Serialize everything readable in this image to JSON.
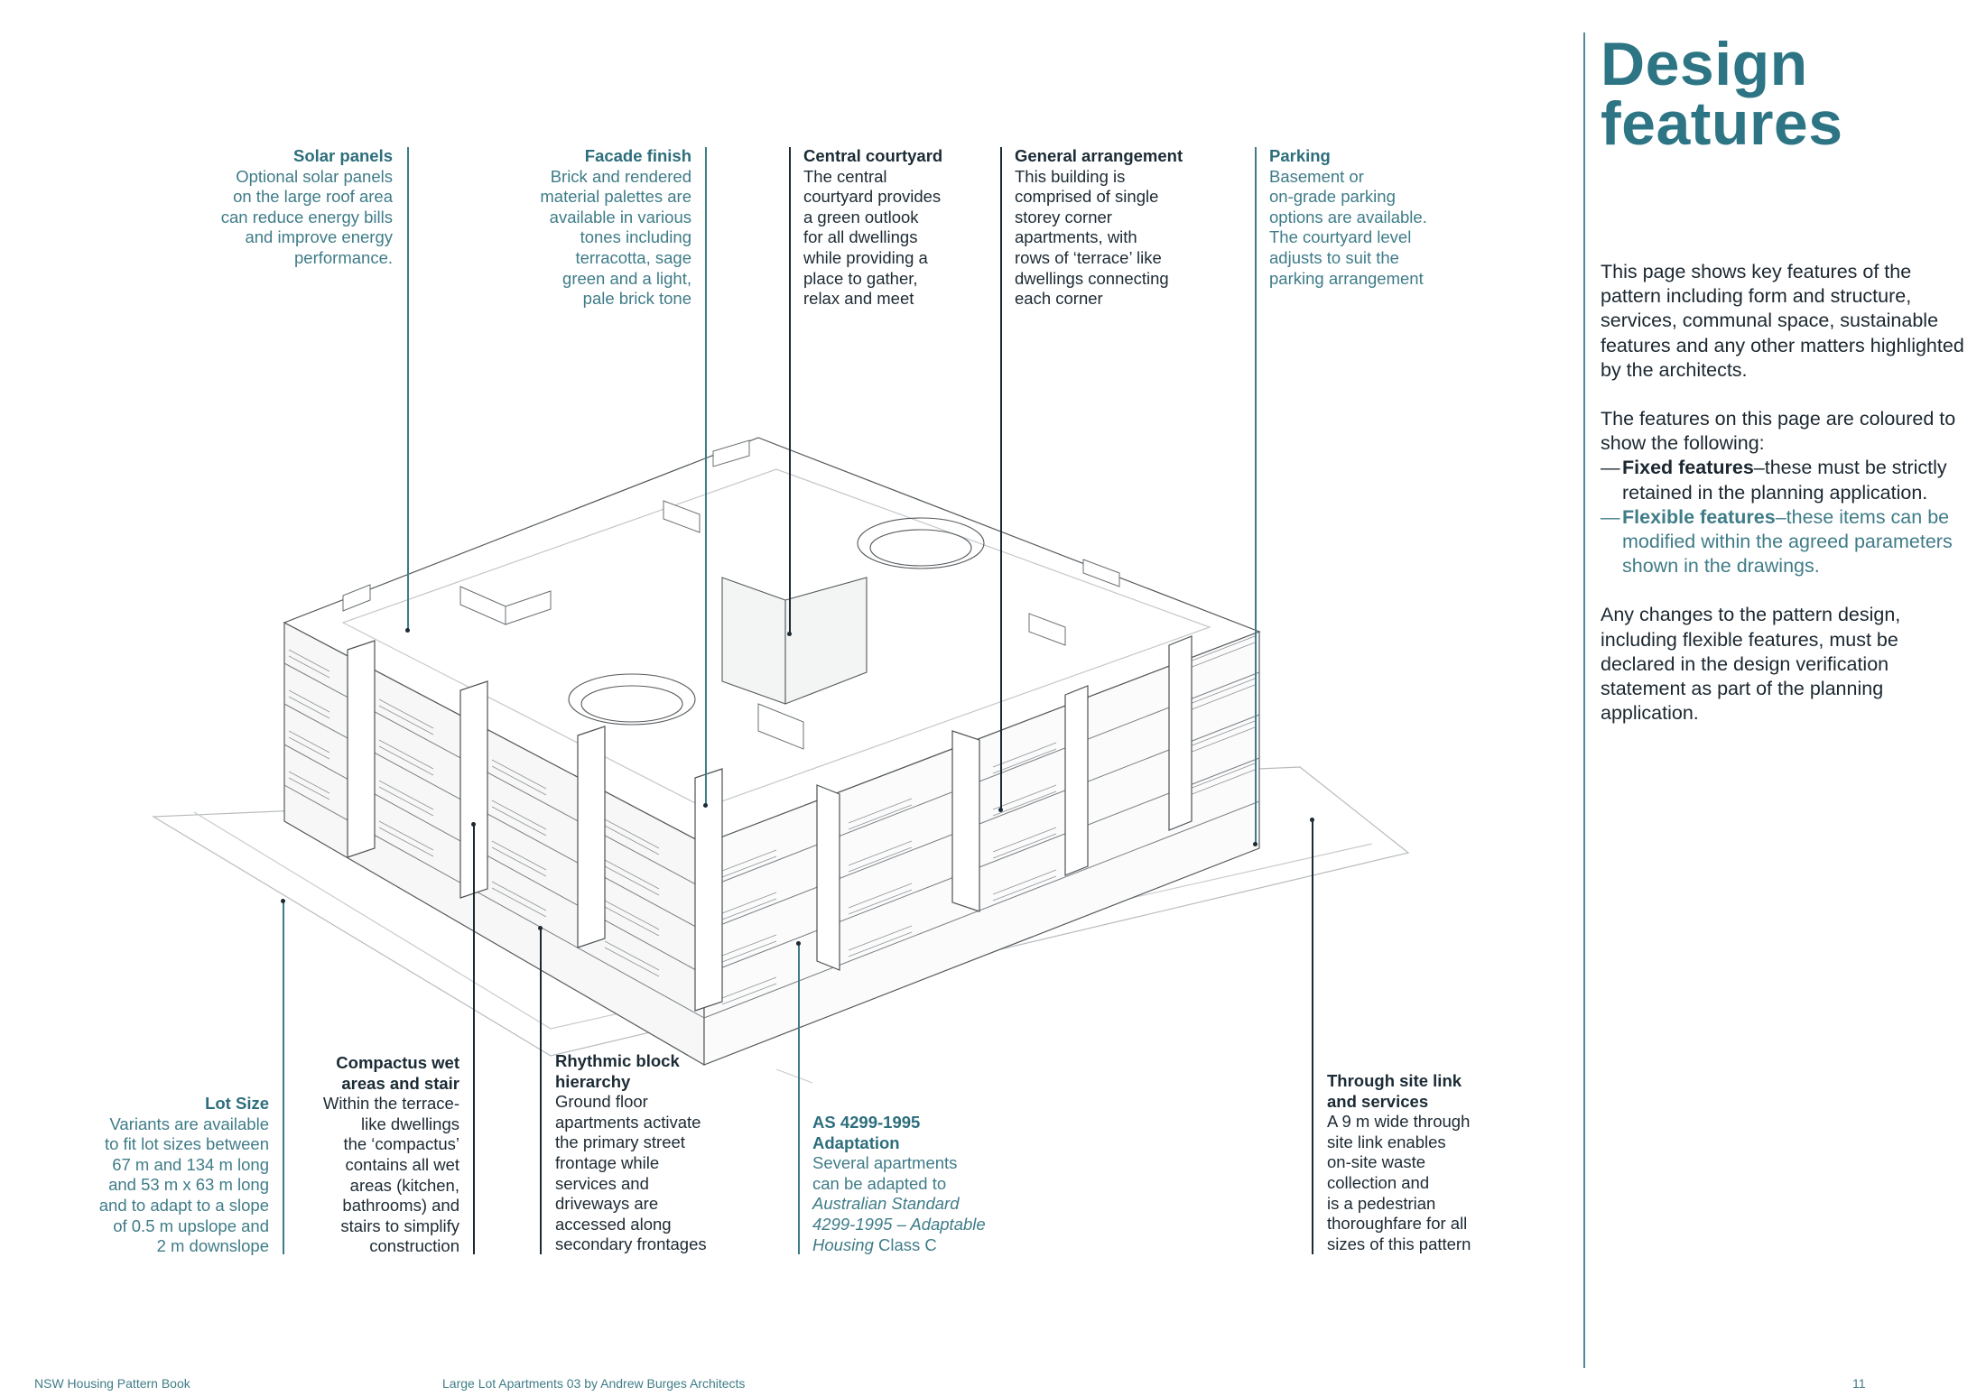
{
  "page": {
    "title_line1": "Design",
    "title_line2": "features",
    "intro_p1": "This page shows key features of the pattern including form and structure, services, communal space, sustainable features and any other matters highlighted by the architects.",
    "intro_p2": "The features on this page are coloured to show the following:",
    "fixed_dash": "—",
    "fixed_label": "Fixed features",
    "fixed_text": "–these must be strictly retained in the planning application.",
    "flexible_dash": "—",
    "flexible_label": "Flexible features",
    "flexible_text": "–these items can be modified within the agreed parameters shown in the drawings.",
    "intro_p3": "Any changes to the pattern design, including flexible features, must be declared in the design verification statement as part of the planning application."
  },
  "colors": {
    "accent": "#2d7584",
    "flexible": "#3f7c88",
    "fixed": "#1d2a33"
  },
  "callouts": {
    "solar": {
      "title": "Solar panels",
      "lines": [
        "Optional solar panels",
        "on the large roof area",
        "can reduce energy bills",
        "and improve energy",
        "performance."
      ]
    },
    "facade": {
      "title": "Facade finish",
      "lines": [
        "Brick and rendered",
        "material palettes are",
        "available in various",
        "tones including",
        "terracotta, sage",
        "green and a light,",
        "pale brick tone"
      ]
    },
    "courtyard": {
      "title": "Central courtyard",
      "lines": [
        "The central",
        "courtyard provides",
        "a green outlook",
        "for all dwellings",
        "while providing a",
        "place to gather,",
        "relax and meet"
      ]
    },
    "general": {
      "title": "General arrangement",
      "lines": [
        "This building is",
        "comprised of single",
        "storey corner",
        "apartments, with",
        "rows of ‘terrace’ like",
        "dwellings connecting",
        "each corner"
      ]
    },
    "parking": {
      "title": "Parking",
      "lines": [
        "Basement or",
        "on-grade parking",
        "options are available.",
        "The courtyard level",
        "adjusts to suit the",
        "parking arrangement"
      ]
    },
    "lotsize": {
      "title": "Lot Size",
      "lines": [
        "Variants are available",
        "to fit lot sizes between",
        "67 m and 134 m long",
        "and 53 m x 63 m long",
        "and to adapt to a slope",
        "of 0.5 m upslope and",
        "2 m downslope"
      ]
    },
    "compactus": {
      "title_l1": "Compactus wet",
      "title_l2": "areas and stair",
      "lines": [
        "Within the terrace-",
        "like dwellings",
        "the ‘compactus’",
        "contains all wet",
        "areas (kitchen,",
        "bathrooms) and",
        "stairs to simplify",
        "construction"
      ]
    },
    "rhythmic": {
      "title_l1": "Rhythmic block",
      "title_l2": "hierarchy",
      "lines": [
        "Ground floor",
        "apartments activate",
        "the primary street",
        "frontage while",
        "services and",
        "driveways are",
        "accessed along",
        "secondary frontages"
      ]
    },
    "as4299": {
      "title_l1": "AS 4299-1995",
      "title_l2": "Adaptation",
      "line1": "Several apartments",
      "line2": "can be adapted to",
      "line3_italic": "Australian Standard",
      "line4_italic": "4299-1995 – Adaptable",
      "line5_italic": "Housing",
      "line5_rest": " Class C"
    },
    "throughsite": {
      "title_l1": "Through site link",
      "title_l2": "and services",
      "lines": [
        "A 9 m wide through",
        "site link enables",
        "on-site waste",
        "collection and",
        "is a pedestrian",
        "thoroughfare for all",
        "sizes of this pattern"
      ]
    }
  },
  "footer": {
    "left": "NSW Housing Pattern Book",
    "center": "Large Lot Apartments 03 by Andrew Burges Architects",
    "page_number": "11"
  }
}
